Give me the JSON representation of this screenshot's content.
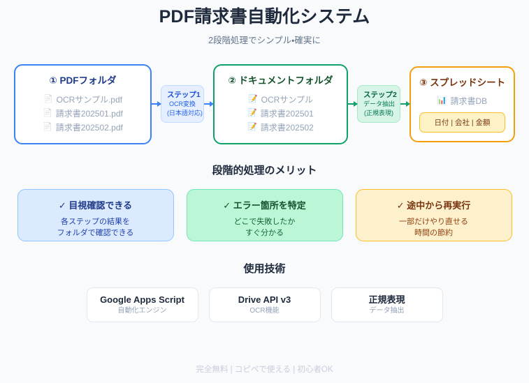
{
  "header": {
    "title": "PDF請求書自動化システム",
    "subtitle": "2段階処理でシンプル・確実に"
  },
  "flow": {
    "cards": [
      {
        "title": "① PDFフォルダ",
        "accent": "#3b82f6",
        "items": [
          {
            "icon": "page-icon",
            "glyph": "📄",
            "label": "OCRサンプル.pdf"
          },
          {
            "icon": "page-icon",
            "glyph": "📄",
            "label": "請求書202501.pdf"
          },
          {
            "icon": "page-icon",
            "glyph": "📄",
            "label": "請求書202502.pdf"
          }
        ]
      },
      {
        "title": "② ドキュメントフォルダ",
        "accent": "#10a169",
        "items": [
          {
            "icon": "document-edit-icon",
            "glyph": "📝",
            "label": "OCRサンプル"
          },
          {
            "icon": "document-edit-icon",
            "glyph": "📝",
            "label": "請求書202501"
          },
          {
            "icon": "document-edit-icon",
            "glyph": "📝",
            "label": "請求書202502"
          }
        ]
      },
      {
        "title": "③ スプレッドシート",
        "accent": "#f59e0b",
        "db": {
          "icon": "bar-chart-icon",
          "glyph": "📊",
          "label": "請求書DB"
        },
        "chip": "日付 | 会社 | 金額"
      }
    ],
    "steps": [
      {
        "title": "ステップ1",
        "sub1": "OCR変換",
        "sub2": "(日本語対応)",
        "accent": "#3b82f6"
      },
      {
        "title": "ステップ2",
        "sub1": "データ抽出",
        "sub2": "(正規表現)",
        "accent": "#10a169"
      }
    ]
  },
  "merit": {
    "heading": "段階的処理のメリット",
    "cards": [
      {
        "title": "✓ 目視確認できる",
        "line1": "各ステップの結果を",
        "line2": "フォルダで確認できる",
        "accent": "#93c5fd"
      },
      {
        "title": "✓ エラー箇所を特定",
        "line1": "どこで失敗したか",
        "line2": "すぐ分かる",
        "accent": "#6ee7b7"
      },
      {
        "title": "✓ 途中から再実行",
        "line1": "一部だけやり直せる",
        "line2": "時間の節約",
        "accent": "#fbbf24"
      }
    ]
  },
  "tech": {
    "heading": "使用技術",
    "cards": [
      {
        "name": "Google Apps Script",
        "sub": "自動化エンジン"
      },
      {
        "name": "Drive API v3",
        "sub": "OCR機能"
      },
      {
        "name": "正規表現",
        "sub": "データ抽出"
      }
    ]
  },
  "footer": {
    "text": "完全無料 | コピペで使える | 初心者OK"
  }
}
